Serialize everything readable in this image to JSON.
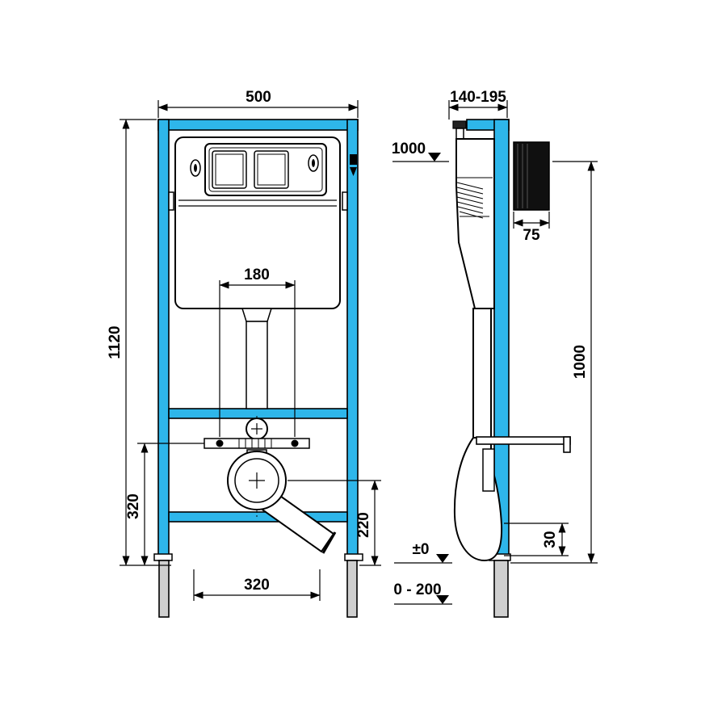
{
  "colors": {
    "frame": "#2eb6ea",
    "foot": "#cfcfcf",
    "plate_box": "#101010",
    "line": "#000000",
    "background": "#ffffff"
  },
  "dims": {
    "front_width": "500",
    "front_height": "1120",
    "flush_pipe_spacing": "180",
    "lower_frame_height": "320",
    "foot_bolt_spacing": "320",
    "outlet_center_height": "220",
    "frame_depth_range": "140-195",
    "actuator_height": "1000",
    "plate_width": "75",
    "overall_height": "1000",
    "outlet_offset": "30",
    "floor_level": "±0",
    "floor_adjust_range": "0 - 200"
  }
}
